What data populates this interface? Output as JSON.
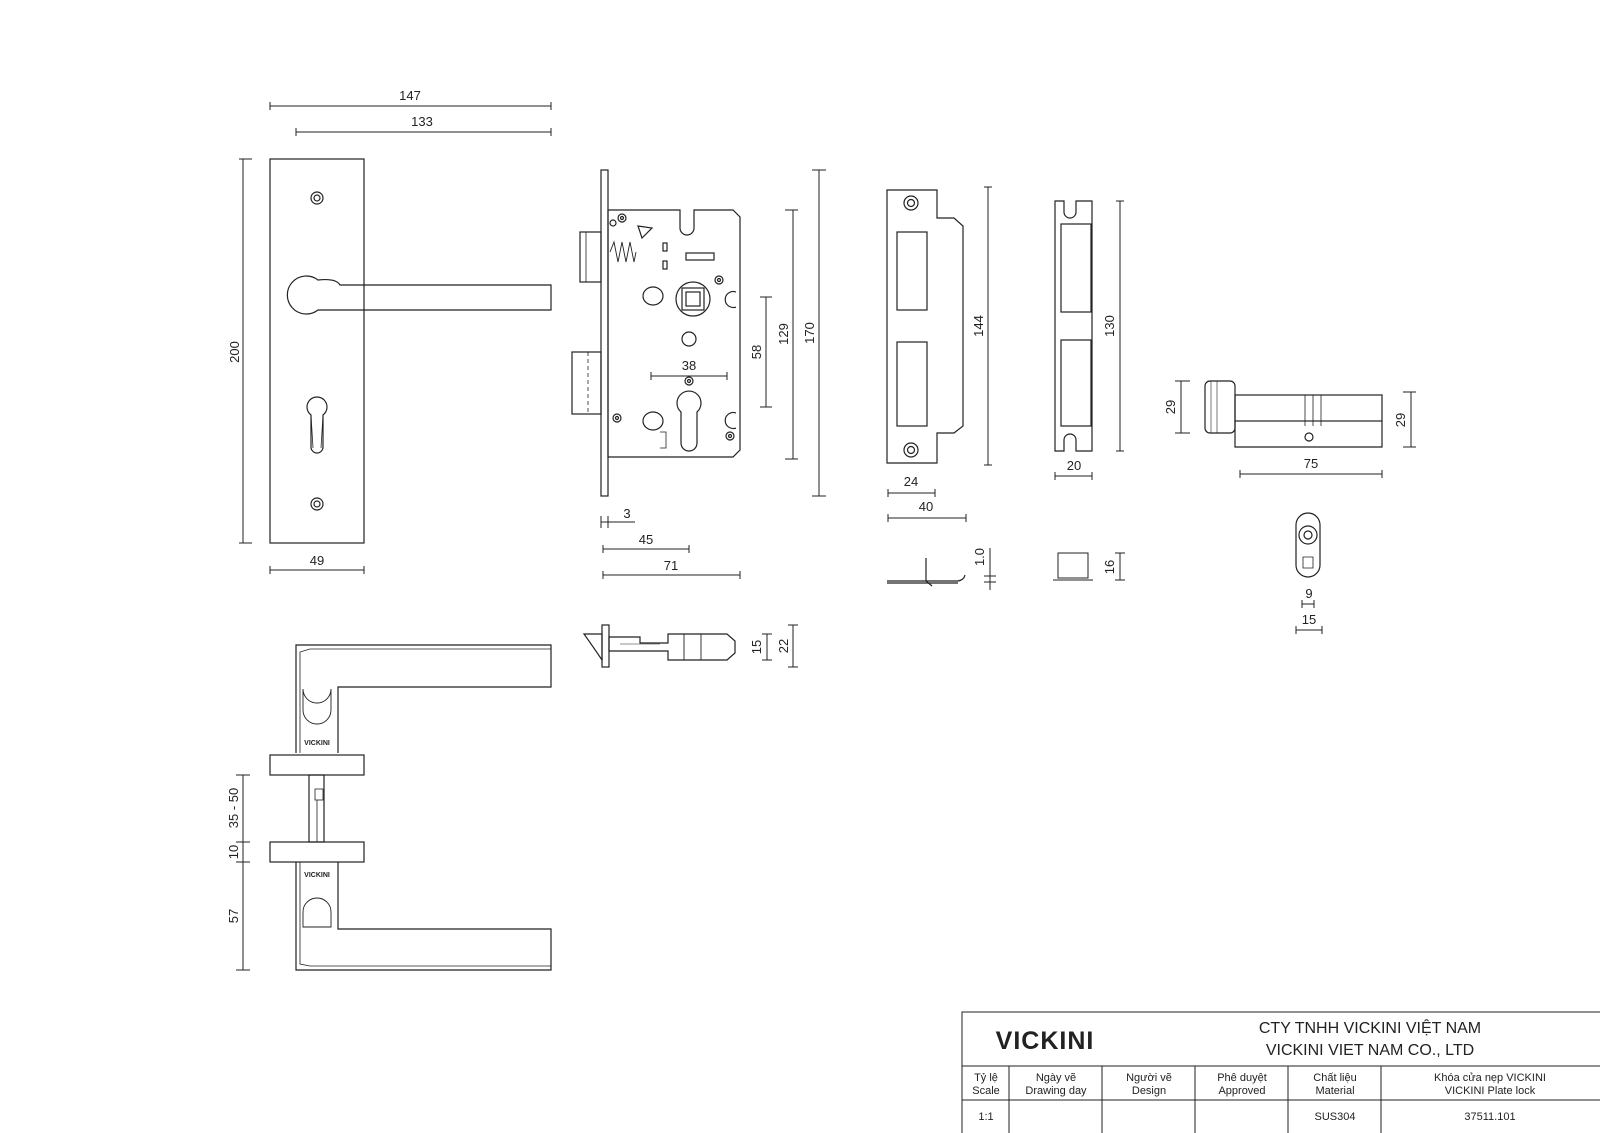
{
  "dimensions": {
    "plate_width_total": "147",
    "plate_width_handle": "133",
    "plate_height": "200",
    "plate_width": "49",
    "body_thickness": "3",
    "backset": "45",
    "body_depth": "71",
    "keyhole_spacing": "38",
    "spindle_to_keyhole": "58",
    "body_height_inner": "129",
    "faceplate_height": "170",
    "latch_width_small": "15",
    "latch_width_large": "22",
    "strike_height": "144",
    "strike_inner_width": "24",
    "strike_width": "40",
    "strike_thickness": "1.0",
    "box_height": "130",
    "box_width": "20",
    "box_depth": "16",
    "cyl_left": "29",
    "cyl_right": "29",
    "cyl_length": "75",
    "cyl_inner": "9",
    "cyl_profile": "15",
    "door_thickness": "35 - 50",
    "rose_thickness": "10",
    "handle_height": "57"
  },
  "engraving": "VICKINI",
  "title_block": {
    "logo": "VICKINI",
    "company_vn": "CTY TNHH VICKINI VIỆT NAM",
    "company_en": "VICKINI VIET NAM CO., LTD",
    "headers": [
      {
        "vn": "Tỷ lệ",
        "en": "Scale"
      },
      {
        "vn": "Ngày vẽ",
        "en": "Drawing day"
      },
      {
        "vn": "Người vẽ",
        "en": "Design"
      },
      {
        "vn": "Phê duyệt",
        "en": "Approved"
      },
      {
        "vn": "Chất liệu",
        "en": "Material"
      },
      {
        "vn": "Khóa cửa nẹp VICKINI",
        "en": "VICKINI Plate lock"
      }
    ],
    "values": {
      "scale": "1:1",
      "drawing_day": "",
      "design": "",
      "approved": "",
      "material": "SUS304",
      "code": "37511.101"
    }
  }
}
